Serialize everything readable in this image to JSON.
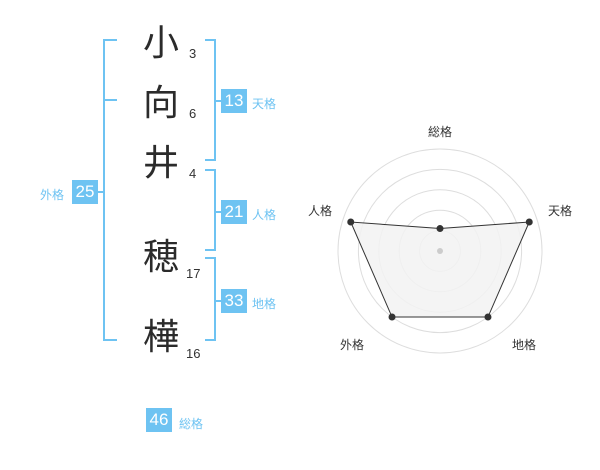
{
  "name_chars": [
    {
      "char": "小",
      "strokes": "3"
    },
    {
      "char": "向",
      "strokes": "6"
    },
    {
      "char": "井",
      "strokes": "4"
    },
    {
      "char": "穂",
      "strokes": "17"
    },
    {
      "char": "樺",
      "strokes": "16"
    }
  ],
  "kakusu": {
    "tenkaku": {
      "value": "13",
      "label": "天格"
    },
    "jinkaku": {
      "value": "21",
      "label": "人格"
    },
    "chikaku": {
      "value": "33",
      "label": "地格"
    },
    "gaikaku": {
      "value": "25",
      "label": "外格"
    },
    "soukaku": {
      "value": "46",
      "label": "総格"
    }
  },
  "colors": {
    "accent": "#6ec3f2",
    "label": "#6ec3f2",
    "polygon_fill": "#f2f2f2",
    "polygon_stroke": "#333333"
  },
  "chart_data": {
    "type": "radar",
    "axes": [
      "総格",
      "天格",
      "地格",
      "外格",
      "人格"
    ],
    "values": [
      0.22,
      0.92,
      0.8,
      0.8,
      0.92
    ],
    "rings": 5
  }
}
